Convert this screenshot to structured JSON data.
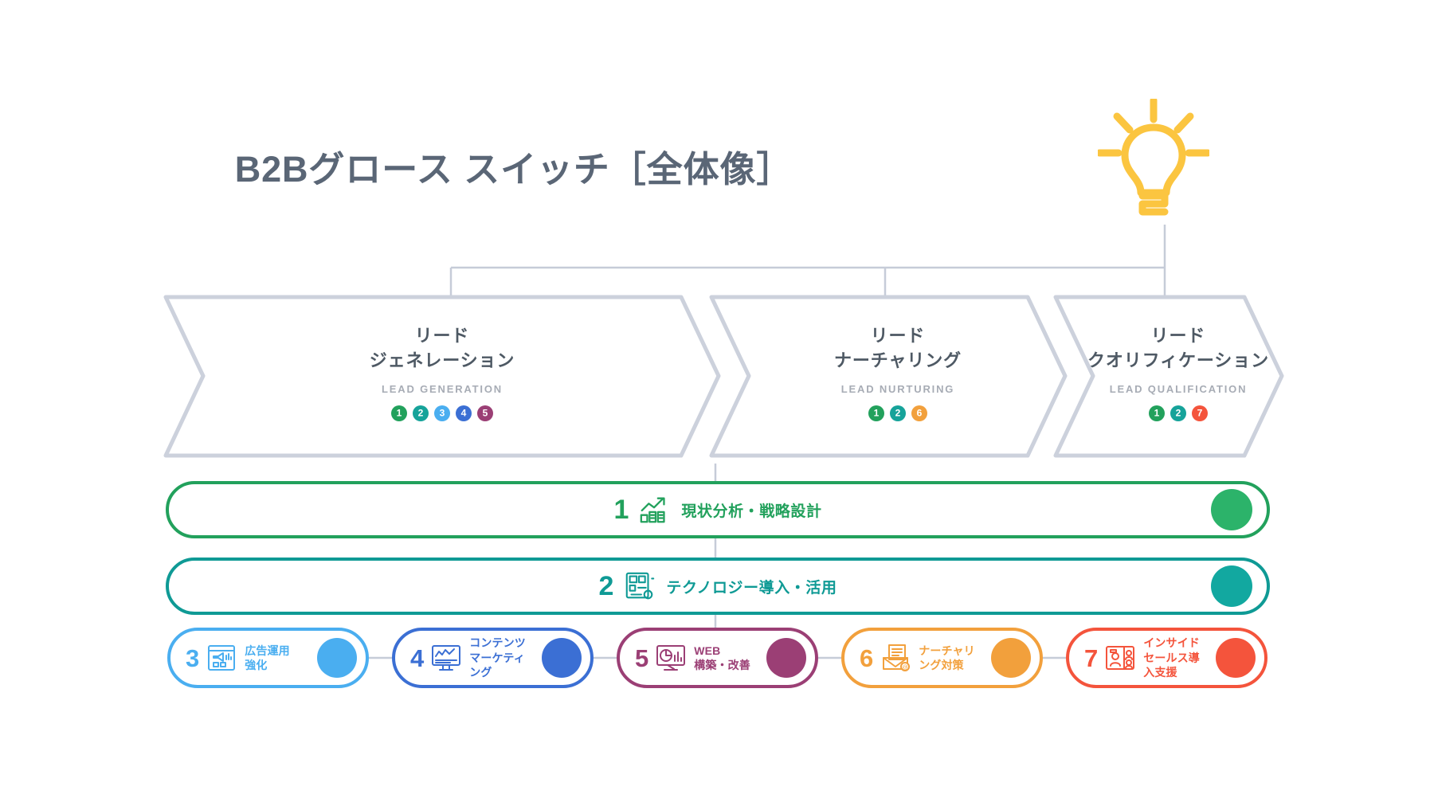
{
  "page": {
    "title": "B2Bグロース スイッチ［全体像］",
    "background": "#ffffff",
    "title_color": "#5a6676"
  },
  "decor": {
    "lightbulb_icon": "lightbulb-icon",
    "lightbulb_color": "#fbc540",
    "connector_color": "#c6ccd8"
  },
  "stages": [
    {
      "jp": "リード\nジェネレーション",
      "en": "LEAD GENERATION",
      "icon": "chevron-stage-shape",
      "badges": [
        {
          "label": "1",
          "color": "#22a15c"
        },
        {
          "label": "2",
          "color": "#16a39a"
        },
        {
          "label": "3",
          "color": "#4aaef0"
        },
        {
          "label": "4",
          "color": "#3b6fd4"
        },
        {
          "label": "5",
          "color": "#9b3f75"
        }
      ]
    },
    {
      "jp": "リード\nナーチャリング",
      "en": "LEAD NURTURING",
      "icon": "chevron-stage-shape",
      "badges": [
        {
          "label": "1",
          "color": "#22a15c"
        },
        {
          "label": "2",
          "color": "#16a39a"
        },
        {
          "label": "6",
          "color": "#f2a03c"
        }
      ]
    },
    {
      "jp": "リード\nクオリフィケーション",
      "en": "LEAD QUALIFICATION",
      "icon": "chevron-stage-shape",
      "badges": [
        {
          "label": "1",
          "color": "#22a15c"
        },
        {
          "label": "2",
          "color": "#16a39a"
        },
        {
          "label": "7",
          "color": "#f4543c"
        }
      ]
    }
  ],
  "rows": [
    {
      "number": "1",
      "label": "現状分析・戦略設計",
      "color": "#22a15c",
      "icon": "growth-chart-icon"
    },
    {
      "number": "2",
      "label": "テクノロジー導入・活用",
      "color": "#0f9a95",
      "icon": "technology-setup-icon"
    }
  ],
  "cards": [
    {
      "number": "3",
      "label": "広告運用\n強化",
      "color": "#4aaef0",
      "icon": "ad-megaphone-icon"
    },
    {
      "number": "4",
      "label": "コンテンツ\nマーケティ\nング",
      "color": "#3b6fd4",
      "icon": "content-monitor-icon"
    },
    {
      "number": "5",
      "label": "WEB\n構築・改善",
      "color": "#9b3f75",
      "icon": "web-analytics-icon"
    },
    {
      "number": "6",
      "label": "ナーチャリ\nング対策",
      "color": "#f2a03c",
      "icon": "mail-nurturing-icon"
    },
    {
      "number": "7",
      "label": "インサイド\nセールス導\n入支援",
      "color": "#f4543c",
      "icon": "inside-sales-icon"
    }
  ]
}
